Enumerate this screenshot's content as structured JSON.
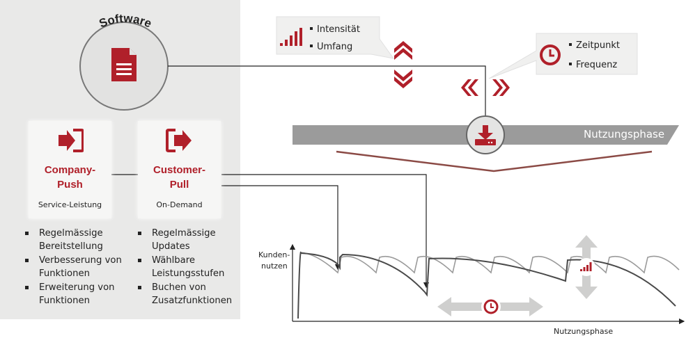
{
  "software": {
    "label": "Software",
    "icon": "document-icon"
  },
  "push": {
    "title_line1": "Company-",
    "title_line2": "Push",
    "subtitle": "Service-Leistung",
    "icon": "sign-in-icon",
    "bullets": [
      "Regelmässige Bereitstellung",
      "Verbesserung von Funktionen",
      "Erweiterung von Funktionen"
    ]
  },
  "pull": {
    "title_line1": "Customer-",
    "title_line2": "Pull",
    "subtitle": "On-Demand",
    "icon": "sign-out-icon",
    "bullets": [
      "Regelmässige Updates",
      "Wählbare Leistungsstufen",
      "Buchen von Zusatzfunktionen"
    ]
  },
  "callout_intensity": {
    "items": [
      "Intensität",
      "Umfang"
    ],
    "icon": "signal-bars-icon"
  },
  "callout_time": {
    "items": [
      "Zeitpunkt",
      "Frequenz"
    ],
    "icon": "clock-icon"
  },
  "phase_bar": {
    "label": "Nutzungsphase",
    "icon": "download-icon"
  },
  "graph": {
    "ylabel_line1": "Kunden-",
    "ylabel_line2": "nutzen",
    "xlabel": "Nutzungsphase"
  },
  "colors": {
    "accent": "#b0202a",
    "panel": "#e9e9e8",
    "bar": "#9b9b9b",
    "brown": "#8b4a45"
  }
}
